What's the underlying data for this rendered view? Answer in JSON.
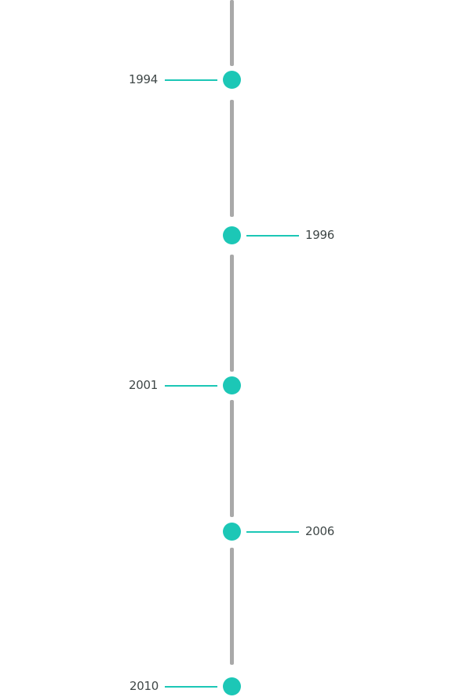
{
  "colors": {
    "spine": "#a9a9a9",
    "dot": "#1cc7b6",
    "connector": "#1cc7b6",
    "label": "#404848"
  },
  "events": [
    {
      "year": "1994",
      "side": "left"
    },
    {
      "year": "1996",
      "side": "right"
    },
    {
      "year": "2001",
      "side": "left"
    },
    {
      "year": "2006",
      "side": "right"
    },
    {
      "year": "2010",
      "side": "left"
    }
  ]
}
